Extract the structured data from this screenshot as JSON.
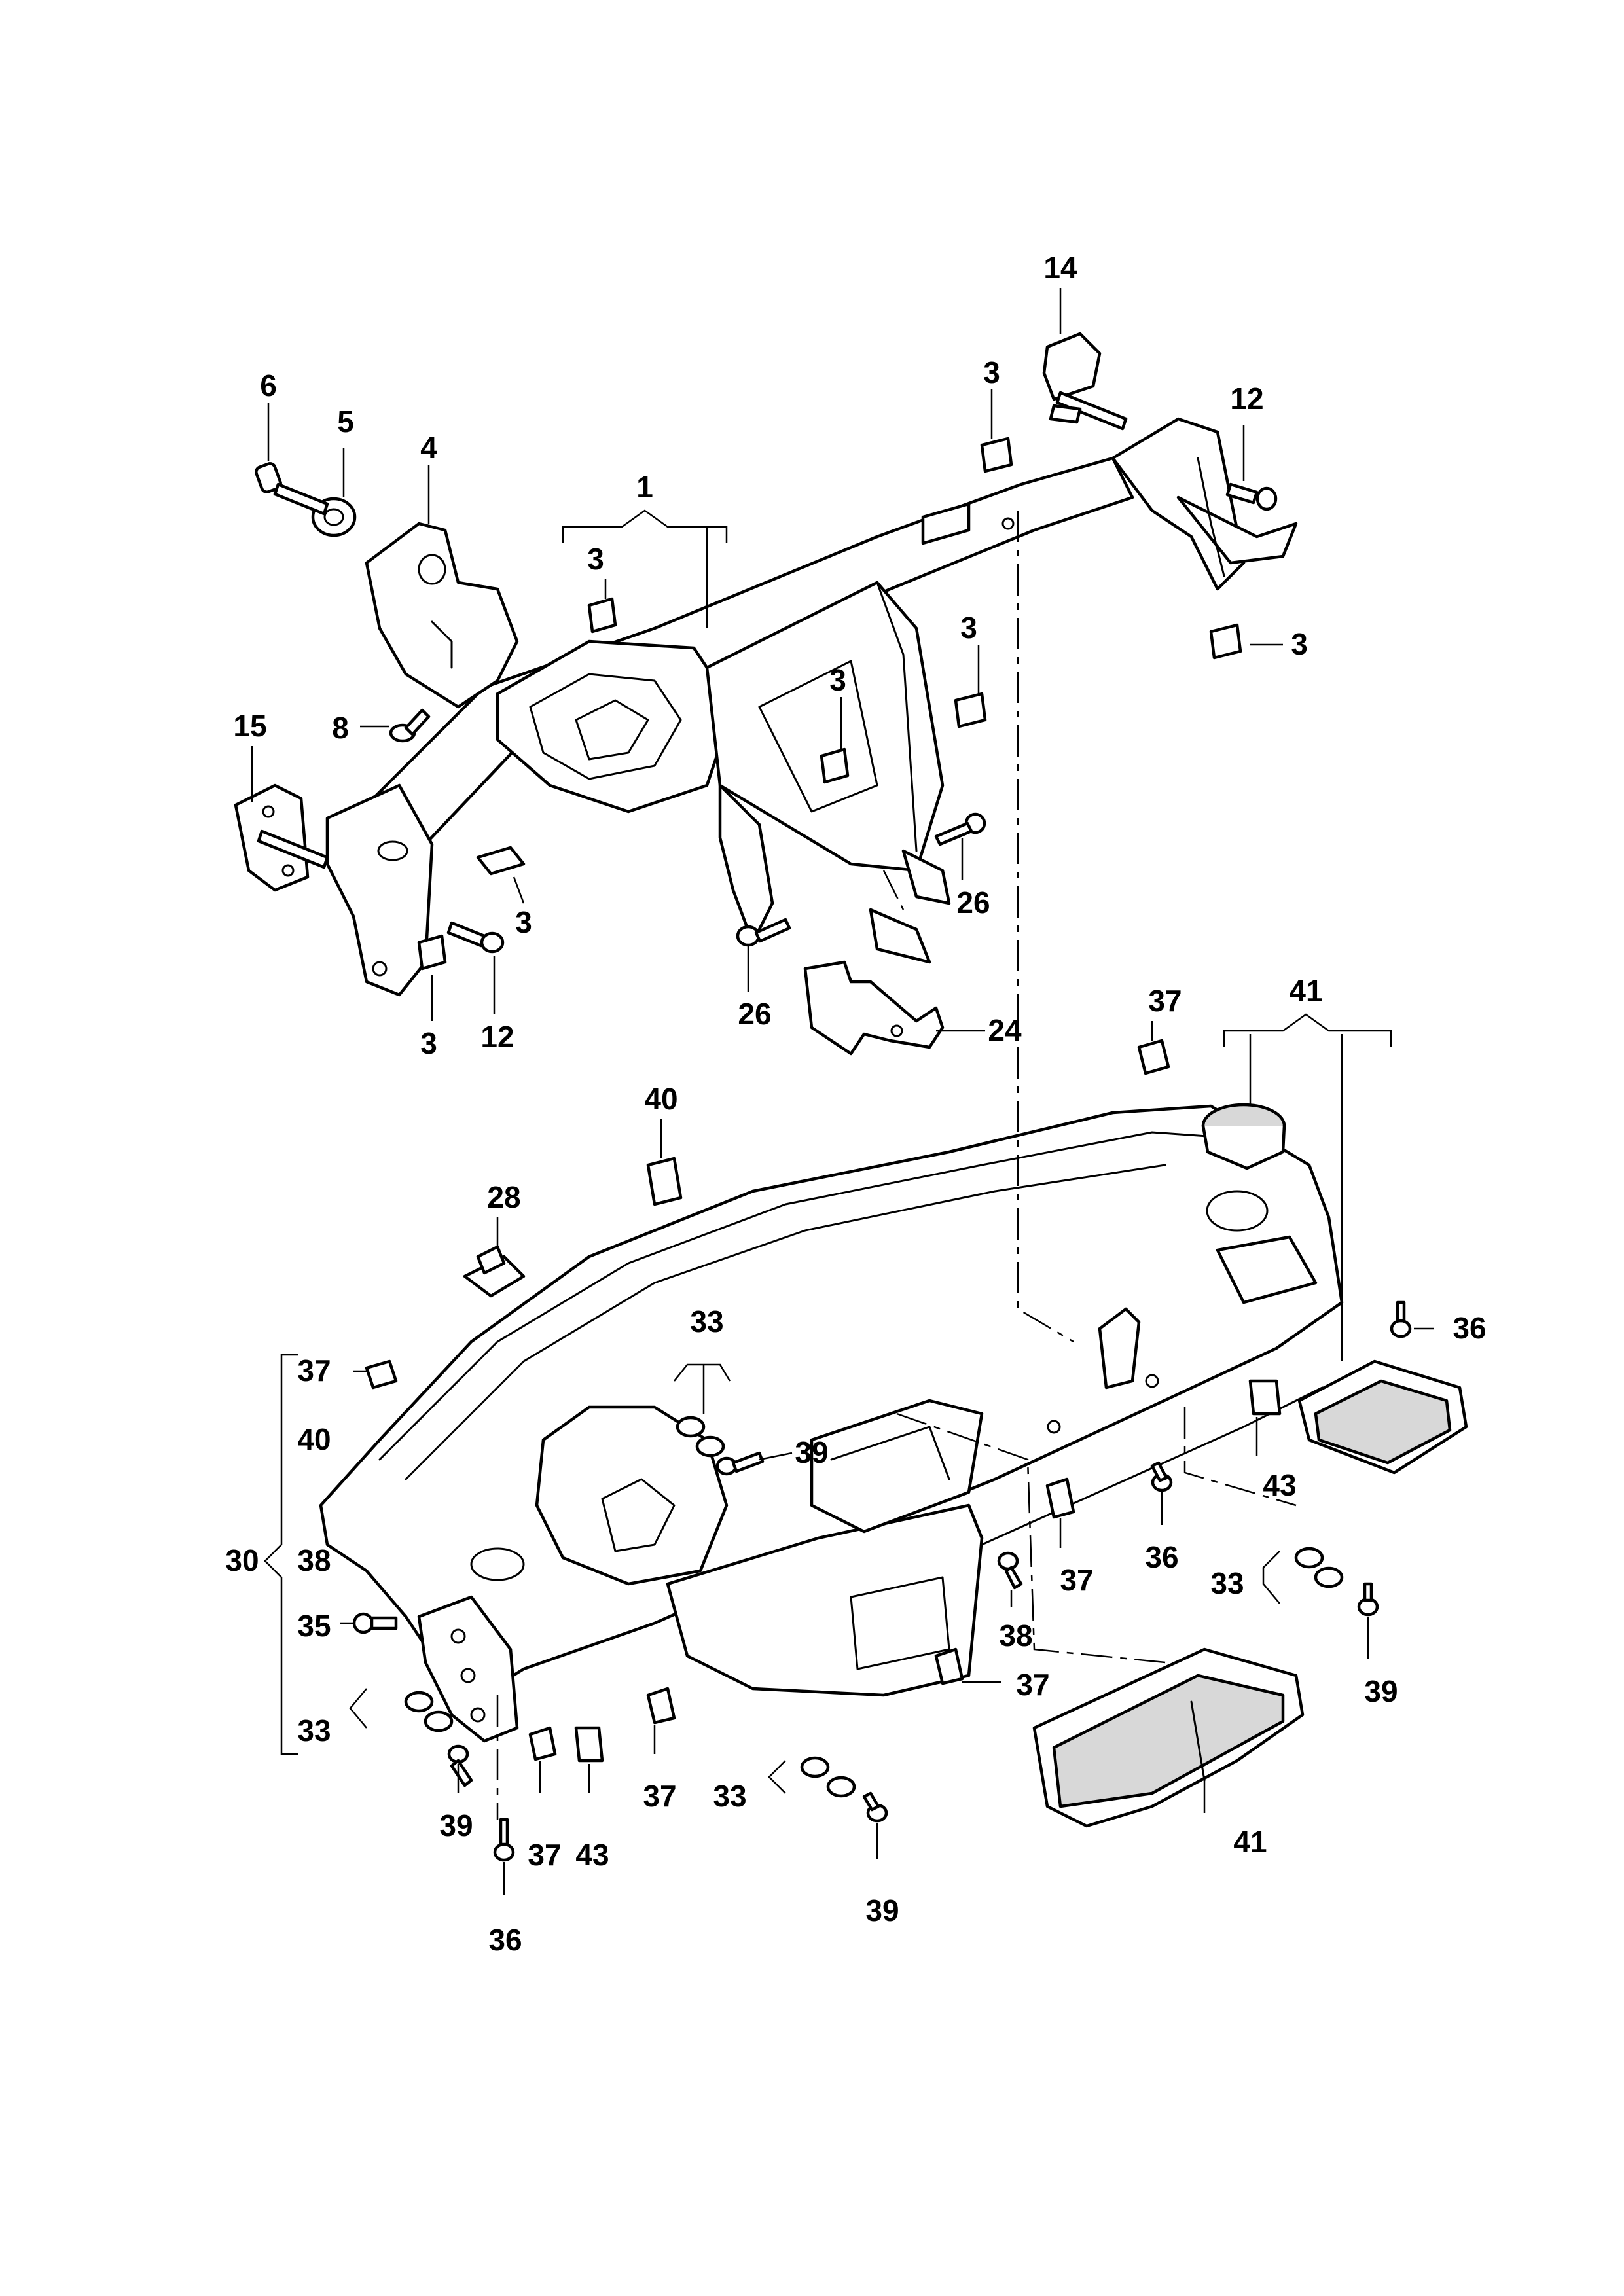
{
  "callouts": {
    "c1": "1",
    "c3a": "3",
    "c3b": "3",
    "c3c": "3",
    "c3d": "3",
    "c3e": "3",
    "c3f": "3",
    "c3g": "3",
    "c4": "4",
    "c5": "5",
    "c6": "6",
    "c8": "8",
    "c12a": "12",
    "c12b": "12",
    "c14": "14",
    "c15": "15",
    "c24": "24",
    "c26a": "26",
    "c26b": "26",
    "c28": "28",
    "c30": "30",
    "c33a": "33",
    "c33b": "33",
    "c33c": "33",
    "c33d": "33",
    "c35": "35",
    "c36a": "36",
    "c36b": "36",
    "c36c": "36",
    "c37a": "37",
    "c37b": "37",
    "c37c": "37",
    "c37d": "37",
    "c37e": "37",
    "c37f": "37",
    "c38a": "38",
    "c38b": "38",
    "c39a": "39",
    "c39b": "39",
    "c39c": "39",
    "c39d": "39",
    "c40a": "40",
    "c40b": "40",
    "c41a": "41",
    "c41b": "41",
    "c43a": "43",
    "c43b": "43"
  }
}
